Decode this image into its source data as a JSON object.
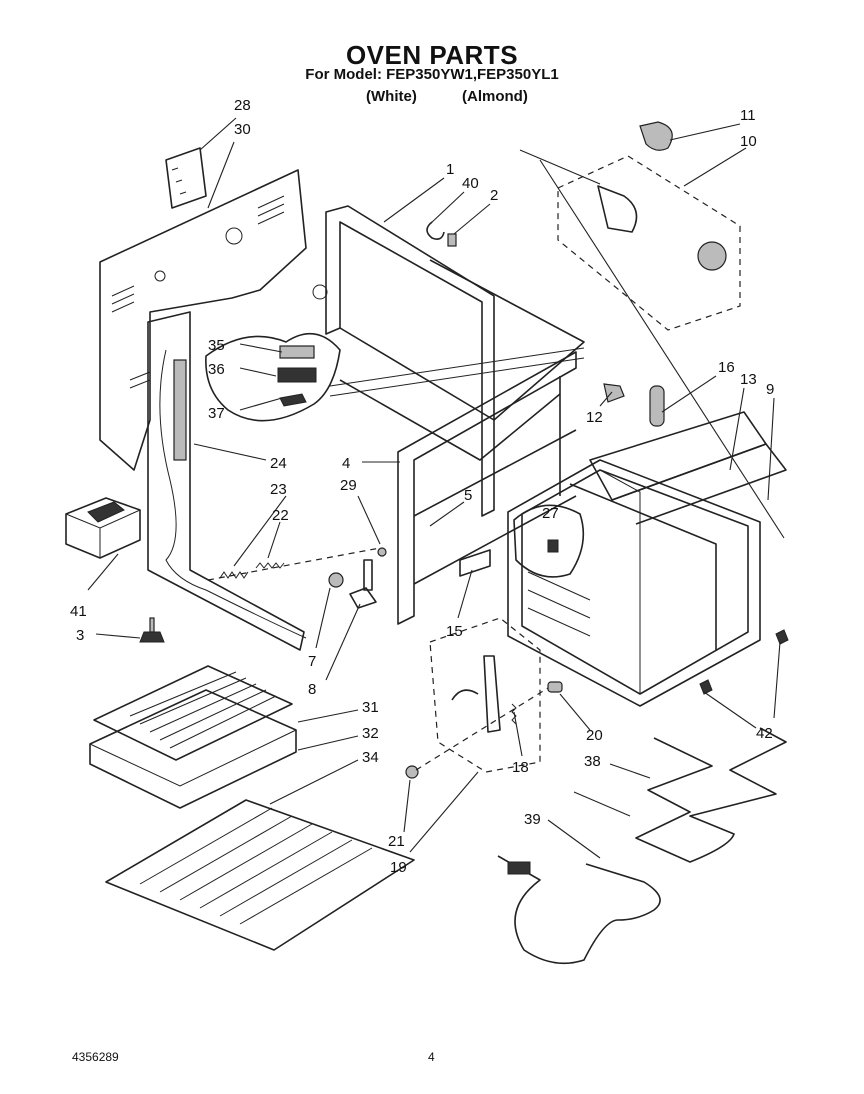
{
  "header": {
    "title": "OVEN PARTS",
    "subtitle": "For Model: FEP350YW1,FEP350YL1",
    "variant_white": "(White)",
    "variant_almond": "(Almond)"
  },
  "footer": {
    "doc_number": "4356289",
    "page_number": "4"
  },
  "callouts": [
    "28",
    "30",
    "1",
    "40",
    "2",
    "11",
    "10",
    "16",
    "13",
    "9",
    "35",
    "36",
    "37",
    "12",
    "24",
    "4",
    "29",
    "5",
    "27",
    "23",
    "22",
    "41",
    "3",
    "7",
    "8",
    "15",
    "20",
    "42",
    "18",
    "31",
    "32",
    "34",
    "38",
    "21",
    "19",
    "39"
  ]
}
